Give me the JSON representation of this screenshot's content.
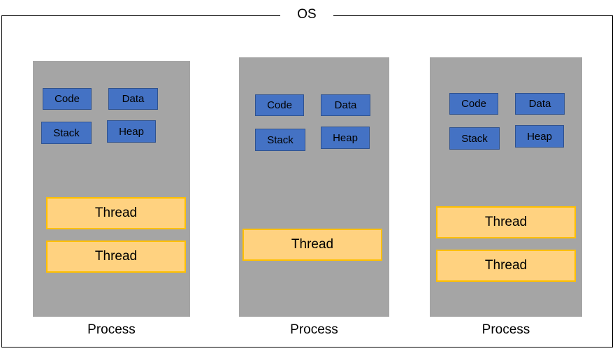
{
  "diagram": {
    "title": "OS",
    "colors": {
      "process_fill": "#A5A5A5",
      "segment_fill": "#4472C4",
      "segment_border": "#2F528F",
      "thread_fill": "#FFD280",
      "thread_border": "#FFC000",
      "frame_border": "#000000",
      "background": "#FFFFFF"
    },
    "processes": [
      {
        "label": "Process",
        "segments": [
          {
            "label": "Code"
          },
          {
            "label": "Data"
          },
          {
            "label": "Stack"
          },
          {
            "label": "Heap"
          }
        ],
        "threads": [
          {
            "label": "Thread"
          },
          {
            "label": "Thread"
          }
        ]
      },
      {
        "label": "Process",
        "segments": [
          {
            "label": "Code"
          },
          {
            "label": "Data"
          },
          {
            "label": "Stack"
          },
          {
            "label": "Heap"
          }
        ],
        "threads": [
          {
            "label": "Thread"
          }
        ]
      },
      {
        "label": "Process",
        "segments": [
          {
            "label": "Code"
          },
          {
            "label": "Data"
          },
          {
            "label": "Stack"
          },
          {
            "label": "Heap"
          }
        ],
        "threads": [
          {
            "label": "Thread"
          },
          {
            "label": "Thread"
          }
        ]
      }
    ]
  }
}
